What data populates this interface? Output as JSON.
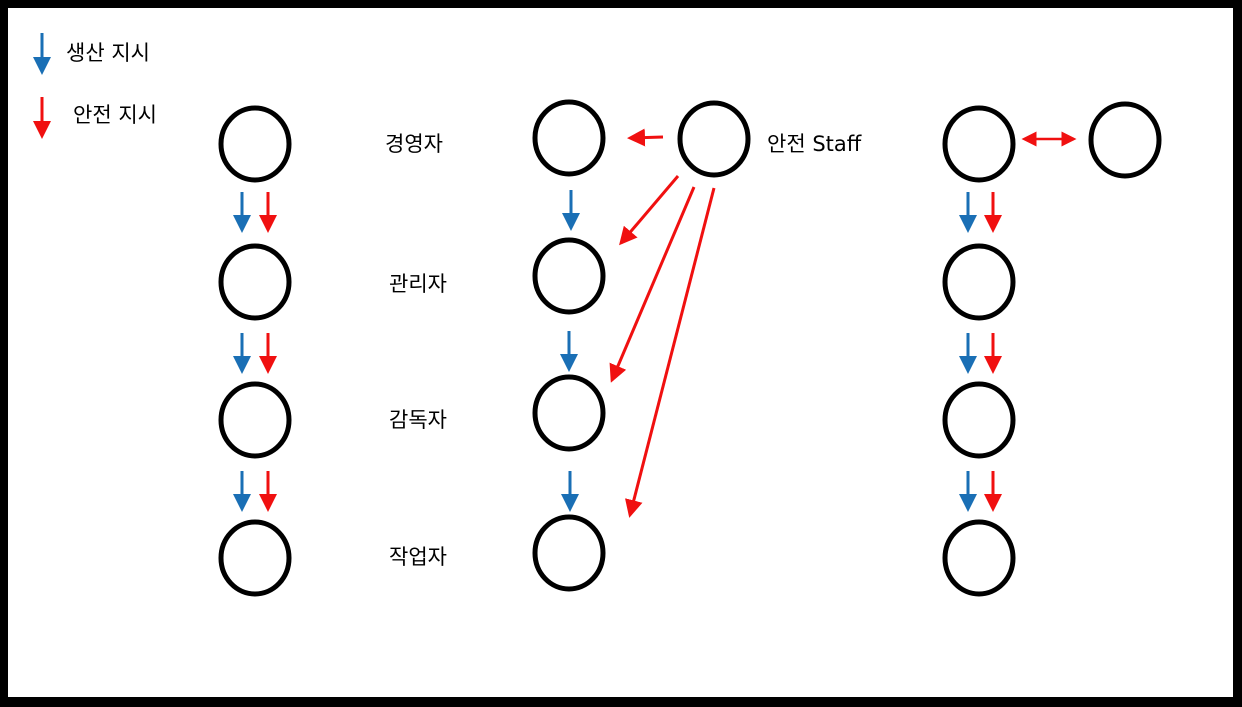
{
  "legend": {
    "production_label": "생산 지시",
    "safety_label": "안전 지시"
  },
  "roles": {
    "executive": "경영자",
    "manager": "관리자",
    "supervisor": "감독자",
    "worker": "작업자"
  },
  "staff_label": "안전 Staff",
  "colors": {
    "production": "#1a6fb5",
    "safety": "#f01010",
    "node_stroke": "#000000"
  }
}
